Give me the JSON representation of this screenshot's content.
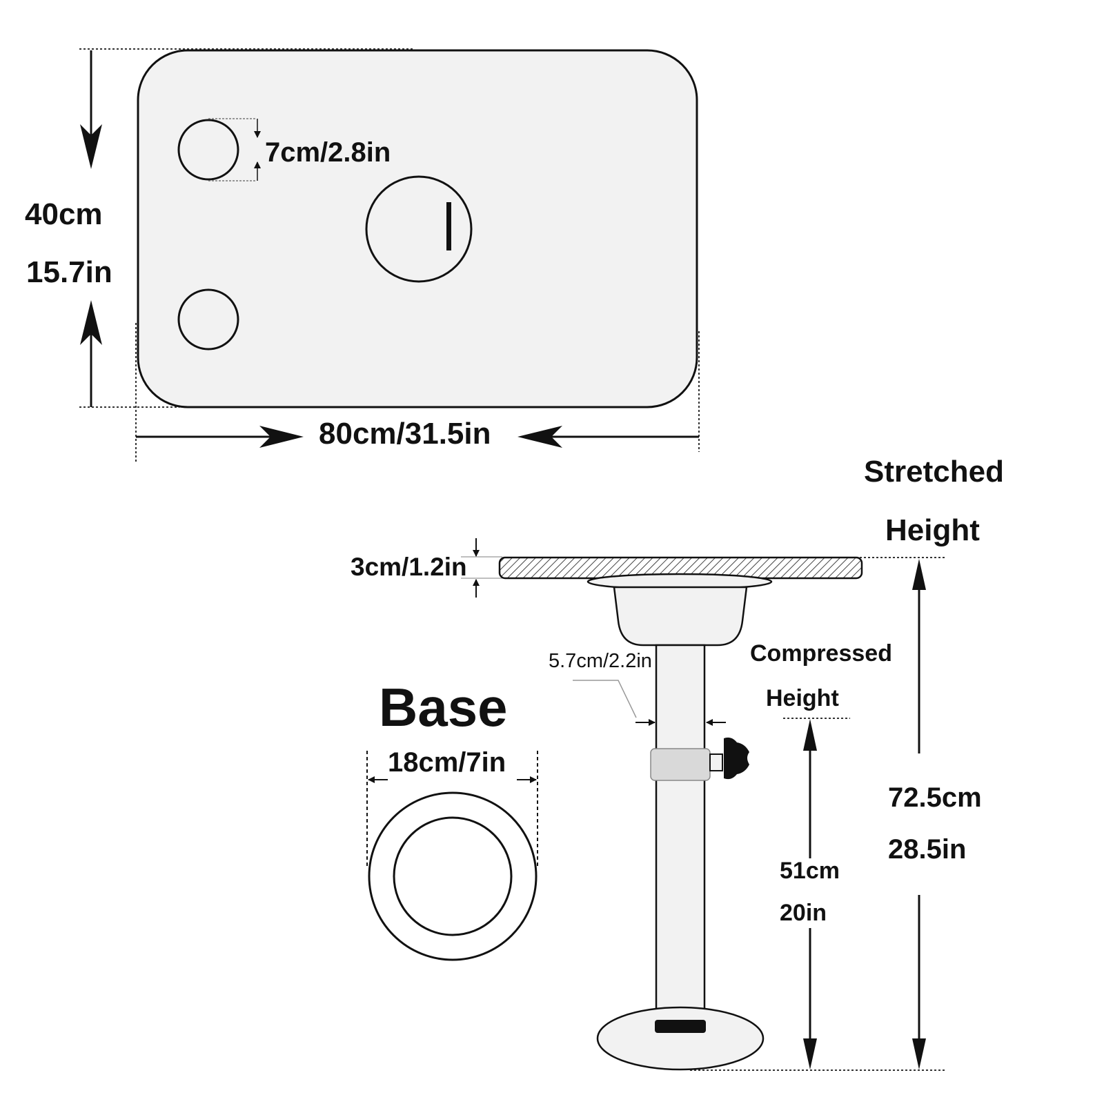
{
  "top_view": {
    "height_cm": "40cm",
    "height_in": "15.7in",
    "width": "80cm/31.5in",
    "hole_diameter": "7cm/2.8in"
  },
  "side_view": {
    "thickness": "3cm/1.2in",
    "stretched_line1": "Stretched",
    "stretched_line2": "Height",
    "compressed_line1": "Compressed",
    "compressed_line2": "Height",
    "pole_diameter": "5.7cm/2.2in",
    "stretched_cm": "72.5cm",
    "stretched_in": "28.5in",
    "compressed_cm": "51cm",
    "compressed_in": "20in"
  },
  "base": {
    "title": "Base",
    "diameter": "18cm/7in"
  },
  "colors": {
    "line": "#111111",
    "fill": "#f2f2f2",
    "collar": "#d9d9d9"
  }
}
